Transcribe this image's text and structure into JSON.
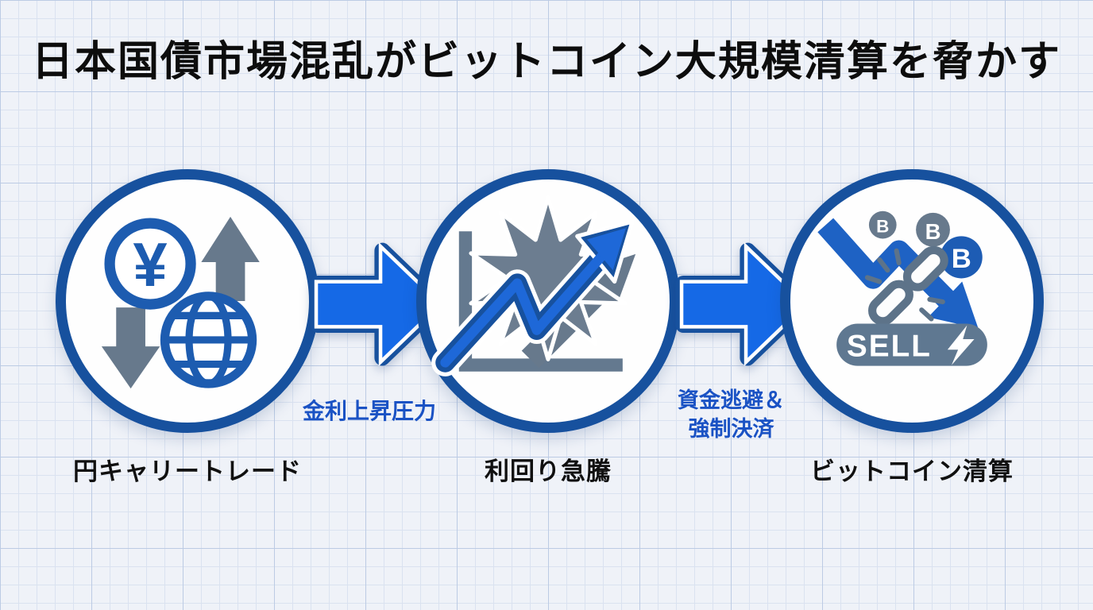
{
  "title": "日本国債市場混乱がビットコイン大規模清算を脅かす",
  "flow": {
    "nodes": [
      {
        "id": "yen-carry-trade",
        "label": "円キャリートレード"
      },
      {
        "id": "yield-spike",
        "label": "利回り急騰"
      },
      {
        "id": "bitcoin-liquidation",
        "label": "ビットコイン清算"
      }
    ],
    "arrows": [
      {
        "lines": [
          "金利上昇圧力"
        ]
      },
      {
        "lines": [
          "資金逃避＆",
          "強制決済"
        ]
      }
    ]
  },
  "icons": {
    "yen_symbol": "¥",
    "btc_symbol": "B",
    "sell_label": "SELL"
  },
  "colors": {
    "circle_border_navy": "#17519e",
    "arrow_bright_blue": "#1569e6",
    "icon_blue": "#1d5cb0",
    "slate_gray": "#67798c",
    "label_blue": "#1a52c4",
    "title_black": "#0d0d0d",
    "background": "#eff2f8"
  }
}
